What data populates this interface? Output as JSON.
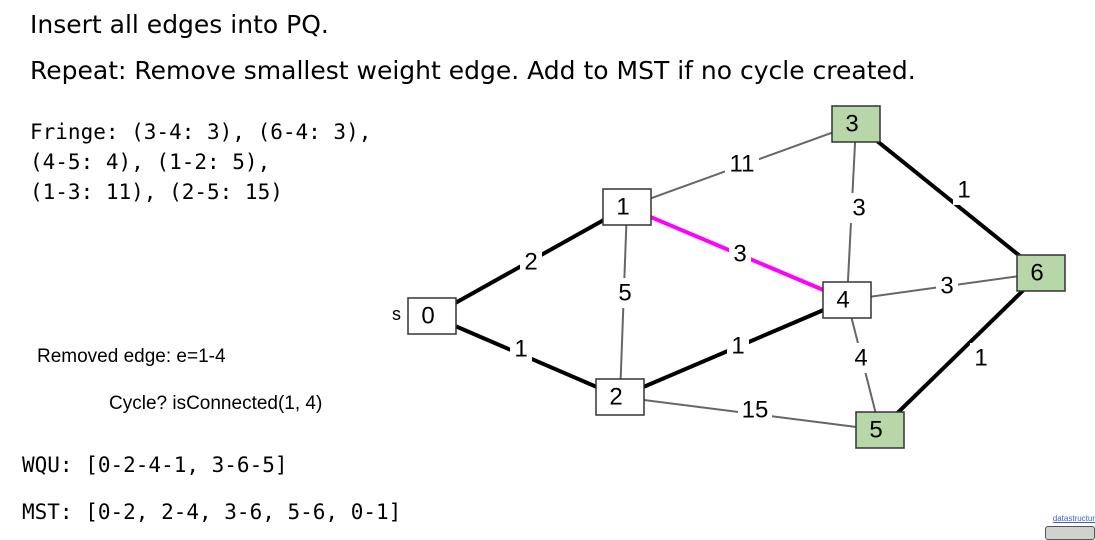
{
  "header": {
    "line1": "Insert all edges into PQ.",
    "line2": "Repeat: Remove smallest weight edge. Add to MST if no cycle created."
  },
  "fringe": {
    "line1": "Fringe: (3-4: 3), (6-4: 3),",
    "line2": "(4-5: 4), (1-2: 5),",
    "line3": "(1-3: 11), (2-5: 15)"
  },
  "status": {
    "removed": "Removed edge: e=1-4",
    "cycle": "Cycle? isConnected(1, 4)"
  },
  "wqu": "WQU: [0-2-4-1, 3-6-5]",
  "mst": "MST: [0-2, 2-4, 3-6, 5-6, 0-1]",
  "credit": "datastructur",
  "graph": {
    "source_label": "s",
    "colors": {
      "default": "#ffffff",
      "highlight": "#b7d7a8",
      "edge_mst": "#000000",
      "edge_other": "#666666",
      "edge_current": "#ff00ff"
    },
    "nodes": [
      {
        "id": "0",
        "label": "0",
        "highlighted": false
      },
      {
        "id": "1",
        "label": "1",
        "highlighted": false
      },
      {
        "id": "2",
        "label": "2",
        "highlighted": false
      },
      {
        "id": "3",
        "label": "3",
        "highlighted": true
      },
      {
        "id": "4",
        "label": "4",
        "highlighted": false
      },
      {
        "id": "5",
        "label": "5",
        "highlighted": true
      },
      {
        "id": "6",
        "label": "6",
        "highlighted": true
      }
    ],
    "edges": [
      {
        "from": "0",
        "to": "1",
        "weight": "2",
        "state": "mst"
      },
      {
        "from": "0",
        "to": "2",
        "weight": "1",
        "state": "mst"
      },
      {
        "from": "1",
        "to": "2",
        "weight": "5",
        "state": "other"
      },
      {
        "from": "1",
        "to": "3",
        "weight": "11",
        "state": "other"
      },
      {
        "from": "1",
        "to": "4",
        "weight": "3",
        "state": "current"
      },
      {
        "from": "2",
        "to": "4",
        "weight": "1",
        "state": "mst"
      },
      {
        "from": "2",
        "to": "5",
        "weight": "15",
        "state": "other"
      },
      {
        "from": "3",
        "to": "4",
        "weight": "3",
        "state": "other"
      },
      {
        "from": "3",
        "to": "6",
        "weight": "1",
        "state": "mst"
      },
      {
        "from": "4",
        "to": "5",
        "weight": "4",
        "state": "other"
      },
      {
        "from": "4",
        "to": "6",
        "weight": "3",
        "state": "other"
      },
      {
        "from": "5",
        "to": "6",
        "weight": "1",
        "state": "mst"
      }
    ]
  }
}
